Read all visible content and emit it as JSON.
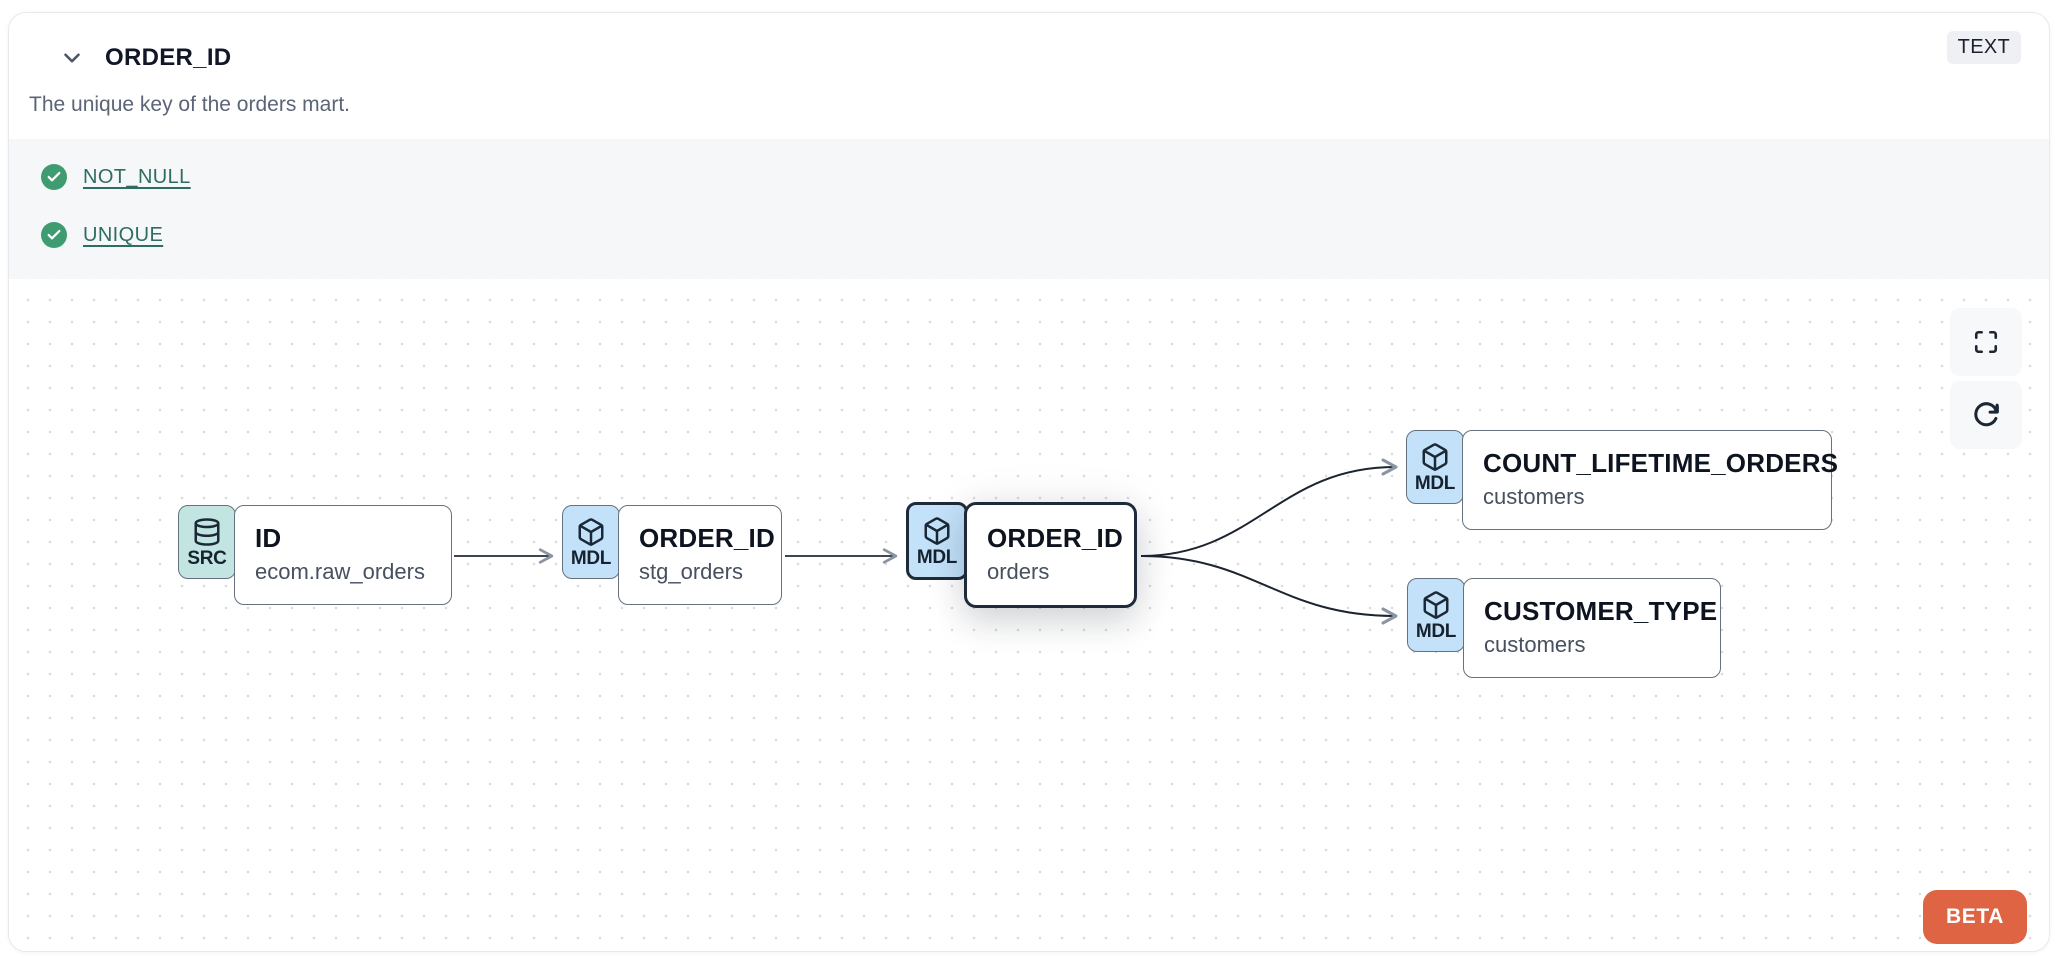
{
  "panel": {
    "title": "ORDER_ID",
    "type_badge": "TEXT",
    "description": "The unique key of the orders mart."
  },
  "tests": {
    "items": [
      {
        "label": "NOT_NULL",
        "status": "pass"
      },
      {
        "label": "UNIQUE",
        "status": "pass"
      }
    ]
  },
  "lineage": {
    "nodes": [
      {
        "badge": "SRC",
        "icon": "database-icon",
        "title": "ID",
        "subtitle": "ecom.raw_orders",
        "highlighted": false
      },
      {
        "badge": "MDL",
        "icon": "cube-icon",
        "title": "ORDER_ID",
        "subtitle": "stg_orders",
        "highlighted": false
      },
      {
        "badge": "MDL",
        "icon": "cube-icon",
        "title": "ORDER_ID",
        "subtitle": "orders",
        "highlighted": true
      },
      {
        "badge": "MDL",
        "icon": "cube-icon",
        "title": "COUNT_LIFETIME_ORDERS",
        "subtitle": "customers",
        "highlighted": false
      },
      {
        "badge": "MDL",
        "icon": "cube-icon",
        "title": "CUSTOMER_TYPE",
        "subtitle": "customers",
        "highlighted": false
      }
    ],
    "edges": [
      {
        "from": "ID (ecom.raw_orders)",
        "to": "ORDER_ID (stg_orders)"
      },
      {
        "from": "ORDER_ID (stg_orders)",
        "to": "ORDER_ID (orders)"
      },
      {
        "from": "ORDER_ID (orders)",
        "to": "COUNT_LIFETIME_ORDERS (customers)"
      },
      {
        "from": "ORDER_ID (orders)",
        "to": "CUSTOMER_TYPE (customers)"
      }
    ]
  },
  "canvas": {
    "beta_label": "BETA"
  },
  "colors": {
    "accent_orange": "#DF6444",
    "test_pass_green": "#3E9C70",
    "test_link_teal": "#2F6D64",
    "src_badge_teal": "#C2E5E1",
    "mdl_badge_blue": "#C3E2F9",
    "highlight_border": "#1f2b3a"
  }
}
